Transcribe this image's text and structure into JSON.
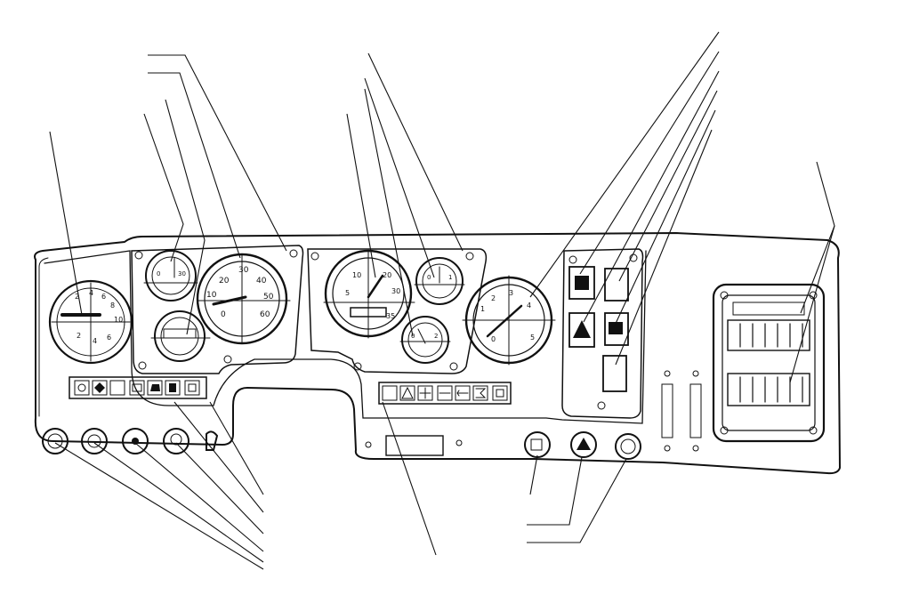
{
  "diagram": {
    "kind": "line-drawing",
    "subject": "dashboard instrument panel",
    "colors": {
      "ink": "#111111",
      "paper": "#ffffff"
    },
    "gauges": [
      {
        "id": "gauge-left-large",
        "ticks": [
          "2",
          "4",
          "6",
          "8",
          "10",
          "6",
          "4",
          "2"
        ],
        "caption": ""
      },
      {
        "id": "gauge-small-top-1",
        "ticks": [
          "0",
          "30"
        ],
        "caption": ""
      },
      {
        "id": "gauge-small-bottom-1",
        "ticks": [],
        "caption": ""
      },
      {
        "id": "speedometer",
        "ticks": [
          "20",
          "30",
          "10",
          "40",
          "0",
          "50",
          "60"
        ],
        "caption": ""
      },
      {
        "id": "tachometer",
        "ticks": [
          "10",
          "20",
          "30",
          "5",
          "35"
        ],
        "caption": ""
      },
      {
        "id": "gauge-small-top-2",
        "ticks": [
          "0",
          "1"
        ],
        "caption": ""
      },
      {
        "id": "gauge-small-bottom-2",
        "ticks": [
          "0",
          "2"
        ],
        "caption": ""
      },
      {
        "id": "gauge-right-large",
        "ticks": [
          "2",
          "3",
          "4",
          "5",
          "1",
          "0"
        ],
        "caption": ""
      }
    ],
    "left_lamp_icons": [
      "light-icon",
      "diamond-icon",
      "blank-icon",
      "battery-icon",
      "engine-icon",
      "filter-icon",
      "square-icon"
    ],
    "center_lamp_icons": [
      "hand-icon",
      "warning-triangle-icon",
      "cross-icon",
      "dots-icon",
      "arrows-icon",
      "sigma-icon",
      "square-icon"
    ],
    "right_panel_switches": [
      "switch-1",
      "switch-2",
      "switch-3",
      "switch-4",
      "switch-5"
    ],
    "left_knobs": [
      "rotary-knob-1",
      "rotary-knob-2",
      "key-knob",
      "p-knob",
      "lever-knob"
    ],
    "right_knobs": [
      "lamp-button",
      "hazard-button",
      "round-button"
    ],
    "fuse_box": {
      "rows": 2,
      "fuses_per_row": 6
    }
  }
}
